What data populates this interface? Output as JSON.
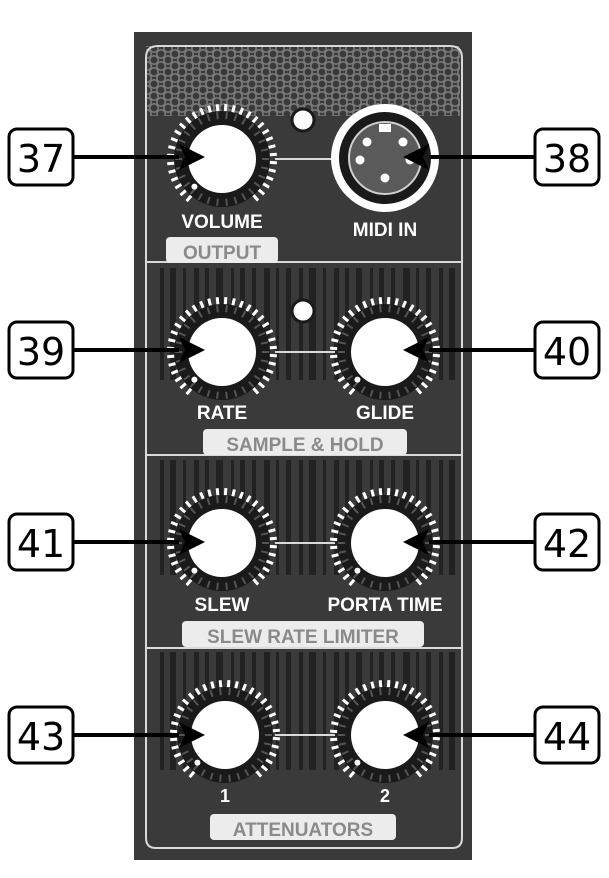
{
  "panel": {
    "output_section": {
      "knob_label": "VOLUME",
      "title": "OUTPUT",
      "jack_label": "MIDI IN"
    },
    "sample_hold_section": {
      "knob_left_label": "RATE",
      "knob_right_label": "GLIDE",
      "title": "SAMPLE & HOLD"
    },
    "slew_section": {
      "knob_left_label": "SLEW",
      "knob_right_label": "PORTA TIME",
      "title": "SLEW RATE LIMITER"
    },
    "attenuator_section": {
      "knob_left_label": "1",
      "knob_right_label": "2",
      "title": "ATTENUATORS"
    }
  },
  "callouts": {
    "c37": "37",
    "c38": "38",
    "c39": "39",
    "c40": "40",
    "c41": "41",
    "c42": "42",
    "c43": "43",
    "c44": "44"
  },
  "colors": {
    "panel": "#3a3a3a",
    "knob_ring": "#1a1a1a",
    "knob_cap": "#ffffff",
    "frame": "#d9d9d9",
    "section_tag": "#ececec"
  }
}
